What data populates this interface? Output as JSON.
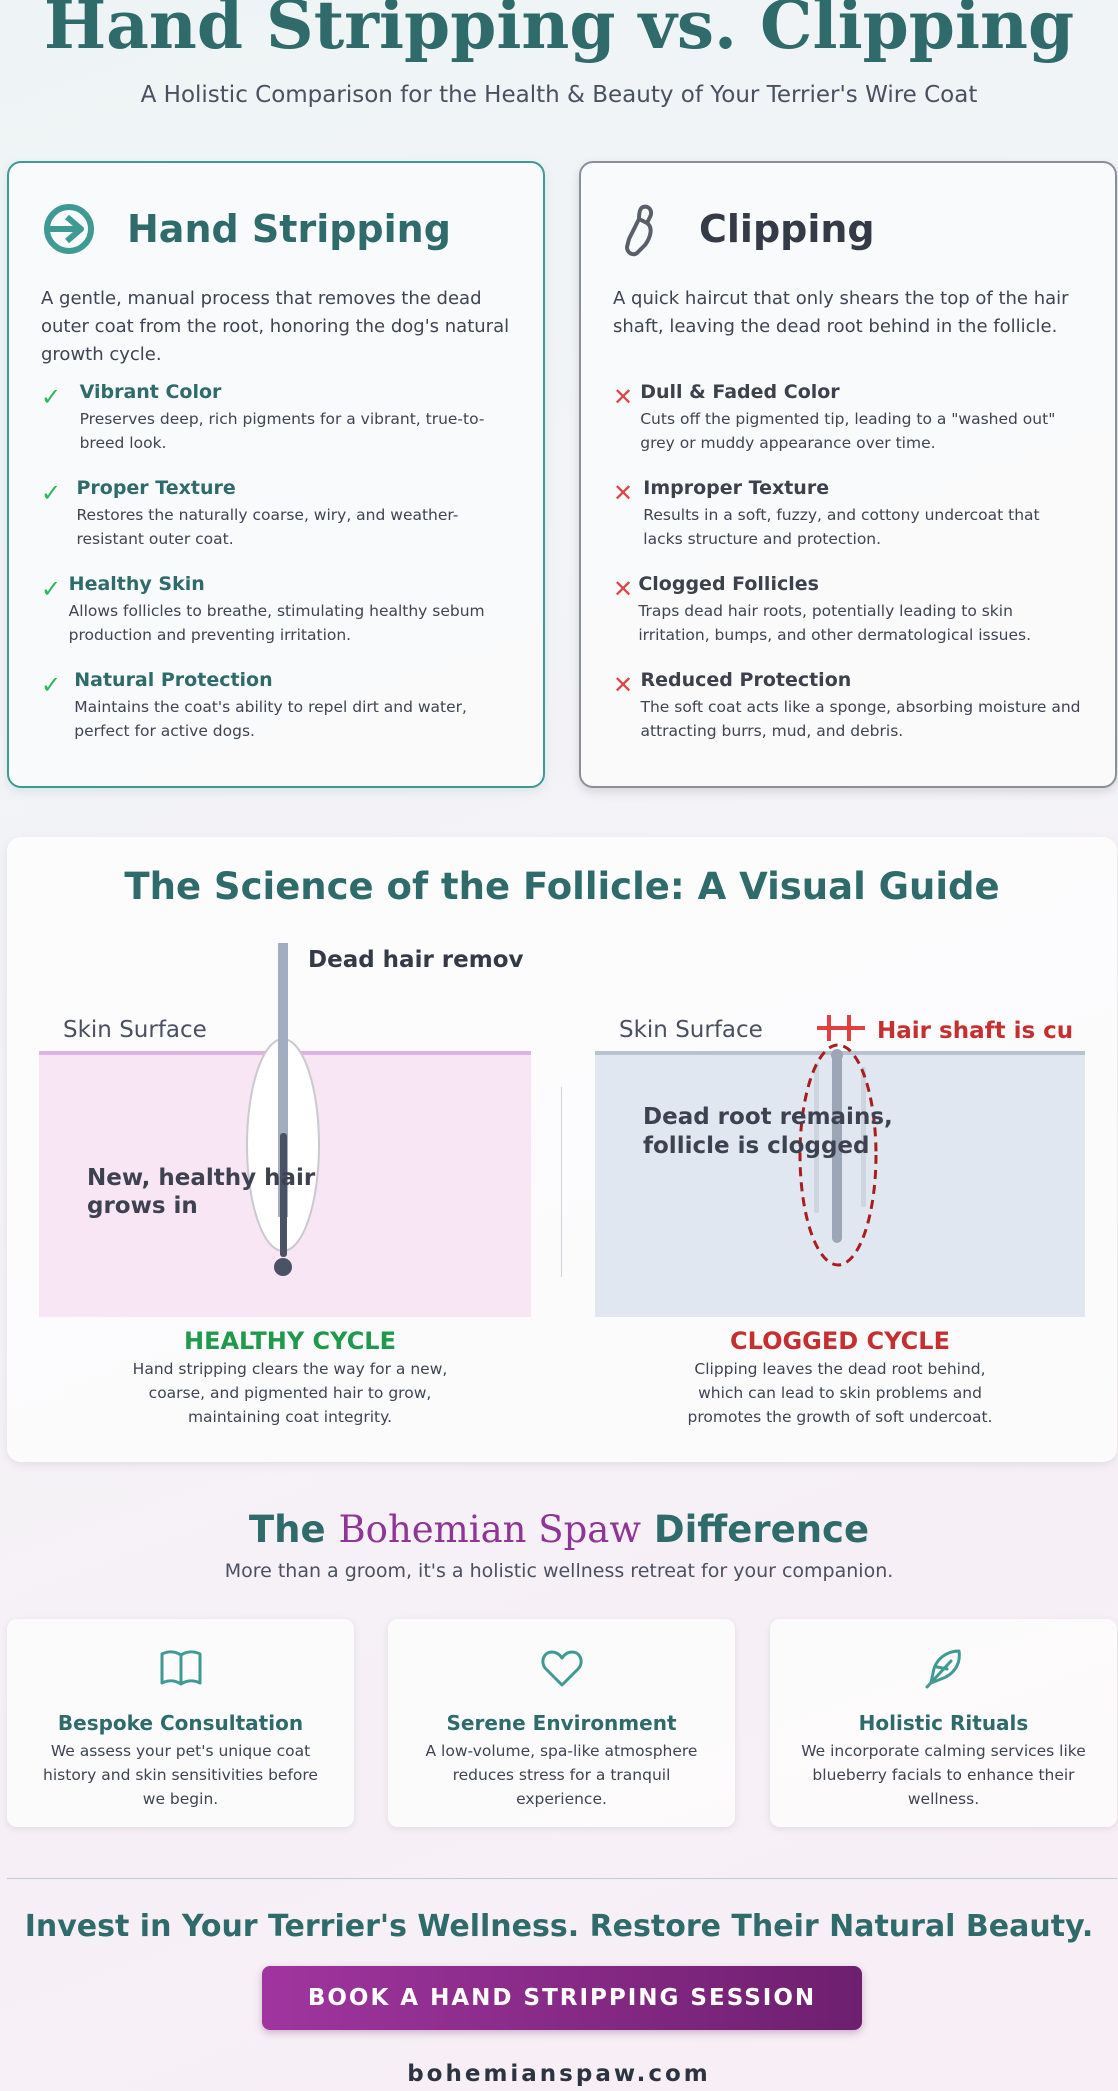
{
  "header": {
    "title": "Hand Stripping vs. Clipping",
    "subtitle": "A Holistic Comparison for the Health & Beauty of Your Terrier's Wire Coat"
  },
  "hand_stripping": {
    "title": "Hand Stripping",
    "icon": "hand-stripping-tool-icon",
    "accent": "#3f9a94",
    "description": "A gentle, manual process that removes the dead outer coat from the root, honoring the dog's natural growth cycle.",
    "benefits": [
      {
        "title": "Vibrant Color",
        "text": "Preserves deep, rich pigments for a vibrant, true-to-breed look."
      },
      {
        "title": "Proper Texture",
        "text": "Restores the naturally coarse, wiry, and weather-resistant outer coat."
      },
      {
        "title": "Healthy Skin",
        "text": "Allows follicles to breathe, stimulating healthy sebum production and preventing irritation."
      },
      {
        "title": "Natural Protection",
        "text": "Maintains the coat's ability to repel dirt and water, perfect for active dogs."
      }
    ]
  },
  "clipping": {
    "title": "Clipping",
    "icon": "clipper-icon",
    "description": "A quick haircut that only shears the top of the hair shaft, leaving the dead root behind in the follicle.",
    "drawbacks": [
      {
        "title": "Dull & Faded Color",
        "text": "Cuts off the pigmented tip, leading to a \"washed out\" grey or muddy appearance over time."
      },
      {
        "title": "Improper Texture",
        "text": "Results in a soft, fuzzy, and cottony undercoat that lacks structure and protection."
      },
      {
        "title": "Clogged Follicles",
        "text": "Traps dead hair roots, potentially leading to skin irritation, bumps, and other dermatological issues."
      },
      {
        "title": "Reduced Protection",
        "text": "The soft coat acts like a sponge, absorbing moisture and attracting burrs, mud, and debris."
      }
    ]
  },
  "science": {
    "title": "The Science of the Follicle: A Visual Guide",
    "healthy": {
      "skin_label": "Skin Surface",
      "top_label": "Dead hair remov",
      "inner_label_1": "New, healthy hair",
      "inner_label_2": "grows in",
      "cycle": "HEALTHY CYCLE",
      "cycle_color": "#1f9a4a",
      "text": "Hand stripping clears the way for a new, coarse, and pigmented hair to grow, maintaining coat integrity."
    },
    "clogged": {
      "skin_label": "Skin Surface",
      "top_label": "Hair shaft is cu",
      "inner_label_1": "Dead root remains,",
      "inner_label_2": "follicle is clogged",
      "cycle": "CLOGGED CYCLE",
      "cycle_color": "#c62f2f",
      "text": "Clipping leaves the dead root behind, which can lead to skin problems and promotes the growth of soft undercoat."
    }
  },
  "difference": {
    "title_pre": "The ",
    "brand": "Bohemian Spaw",
    "title_post": " Difference",
    "subtitle": "More than a groom, it's a holistic wellness retreat for your companion.",
    "features": [
      {
        "icon": "open-book-icon",
        "title": "Bespoke Consultation",
        "text": "We assess your pet's unique coat history and skin sensitivities before we begin."
      },
      {
        "icon": "heart-icon",
        "title": "Serene Environment",
        "text": "A low-volume, spa-like atmosphere reduces stress for a tranquil experience."
      },
      {
        "icon": "feather-icon",
        "title": "Holistic Rituals",
        "text": "We incorporate calming services like blueberry facials to enhance their wellness."
      }
    ]
  },
  "cta": {
    "title": "Invest in Your Terrier's Wellness. Restore Their Natural Beauty.",
    "button": "BOOK A HAND STRIPPING SESSION",
    "website": "bohemianspaw.com"
  }
}
